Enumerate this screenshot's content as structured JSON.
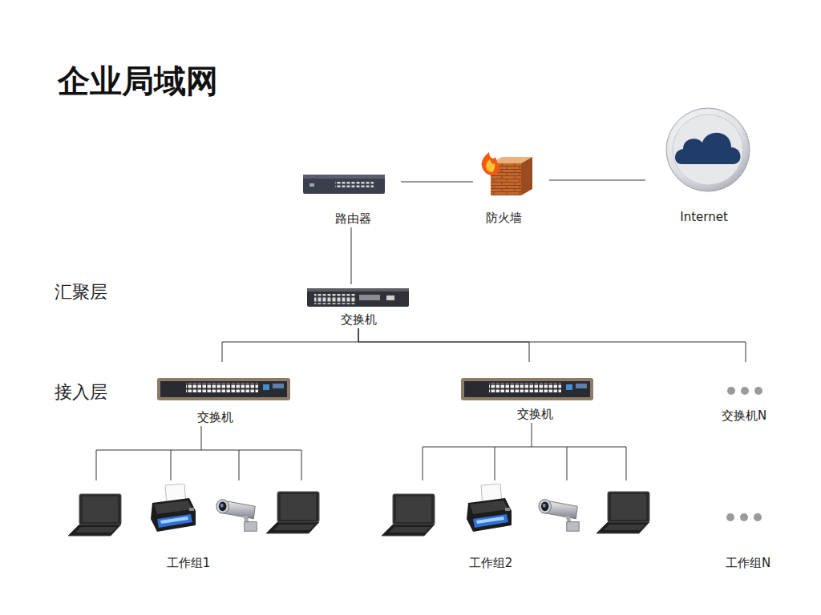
{
  "diagram": {
    "title": "企业局域网",
    "nodes": [
      {
        "text": [
          "路由器"
        ]
      },
      {
        "text": [
          "防火墙"
        ]
      },
      {
        "text": [
          "Internet"
        ]
      },
      {
        "text": [
          "交换机"
        ]
      },
      {
        "text": [
          "交换机"
        ]
      },
      {
        "text": [
          "交换机"
        ]
      },
      {
        "text": [
          "交换机N"
        ]
      },
      {
        "text": [
          "工作组1"
        ]
      },
      {
        "text": [
          "工作组2"
        ]
      },
      {
        "text": [
          "工作组N"
        ]
      }
    ],
    "edges": [
      {
        "from": 0,
        "to": 1,
        "arrow": "none"
      },
      {
        "from": 1,
        "to": 2,
        "arrow": "none"
      },
      {
        "from": 0,
        "to": 3,
        "arrow": "none"
      },
      {
        "from": 3,
        "to": 4,
        "arrow": "none"
      },
      {
        "from": 3,
        "to": 5,
        "arrow": "none"
      },
      {
        "from": 3,
        "to": 6,
        "arrow": "none"
      },
      {
        "from": 4,
        "to": 7,
        "arrow": "none"
      },
      {
        "from": 5,
        "to": 8,
        "arrow": "none"
      }
    ],
    "labels": [
      "汇聚层",
      "接入层"
    ]
  }
}
